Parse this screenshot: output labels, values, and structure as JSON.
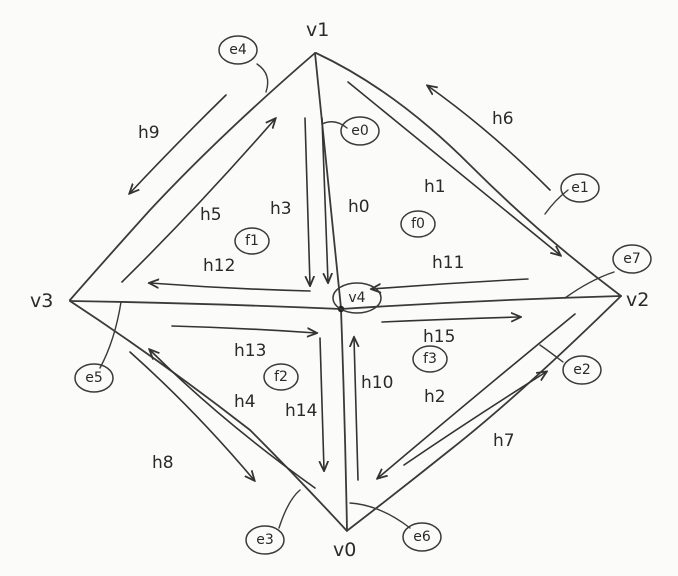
{
  "diagram": {
    "vertices": [
      {
        "id": "v0",
        "label": "v0"
      },
      {
        "id": "v1",
        "label": "v1"
      },
      {
        "id": "v2",
        "label": "v2"
      },
      {
        "id": "v3",
        "label": "v3"
      },
      {
        "id": "v4",
        "label": "v4"
      }
    ],
    "edges": [
      {
        "id": "e0",
        "label": "e0"
      },
      {
        "id": "e1",
        "label": "e1"
      },
      {
        "id": "e2",
        "label": "e2"
      },
      {
        "id": "e3",
        "label": "e3"
      },
      {
        "id": "e4",
        "label": "e4"
      },
      {
        "id": "e5",
        "label": "e5"
      },
      {
        "id": "e6",
        "label": "e6"
      },
      {
        "id": "e7",
        "label": "e7"
      }
    ],
    "faces": [
      {
        "id": "f0",
        "label": "f0"
      },
      {
        "id": "f1",
        "label": "f1"
      },
      {
        "id": "f2",
        "label": "f2"
      },
      {
        "id": "f3",
        "label": "f3"
      }
    ],
    "halfedges": [
      {
        "id": "h0",
        "label": "h0"
      },
      {
        "id": "h1",
        "label": "h1"
      },
      {
        "id": "h2",
        "label": "h2"
      },
      {
        "id": "h3",
        "label": "h3"
      },
      {
        "id": "h4",
        "label": "h4"
      },
      {
        "id": "h5",
        "label": "h5"
      },
      {
        "id": "h6",
        "label": "h6"
      },
      {
        "id": "h7",
        "label": "h7"
      },
      {
        "id": "h8",
        "label": "h8"
      },
      {
        "id": "h9",
        "label": "h9"
      },
      {
        "id": "h10",
        "label": "h10"
      },
      {
        "id": "h11",
        "label": "h11"
      },
      {
        "id": "h12",
        "label": "h12"
      },
      {
        "id": "h13",
        "label": "h13"
      },
      {
        "id": "h14",
        "label": "h14"
      },
      {
        "id": "h15",
        "label": "h15"
      }
    ]
  }
}
